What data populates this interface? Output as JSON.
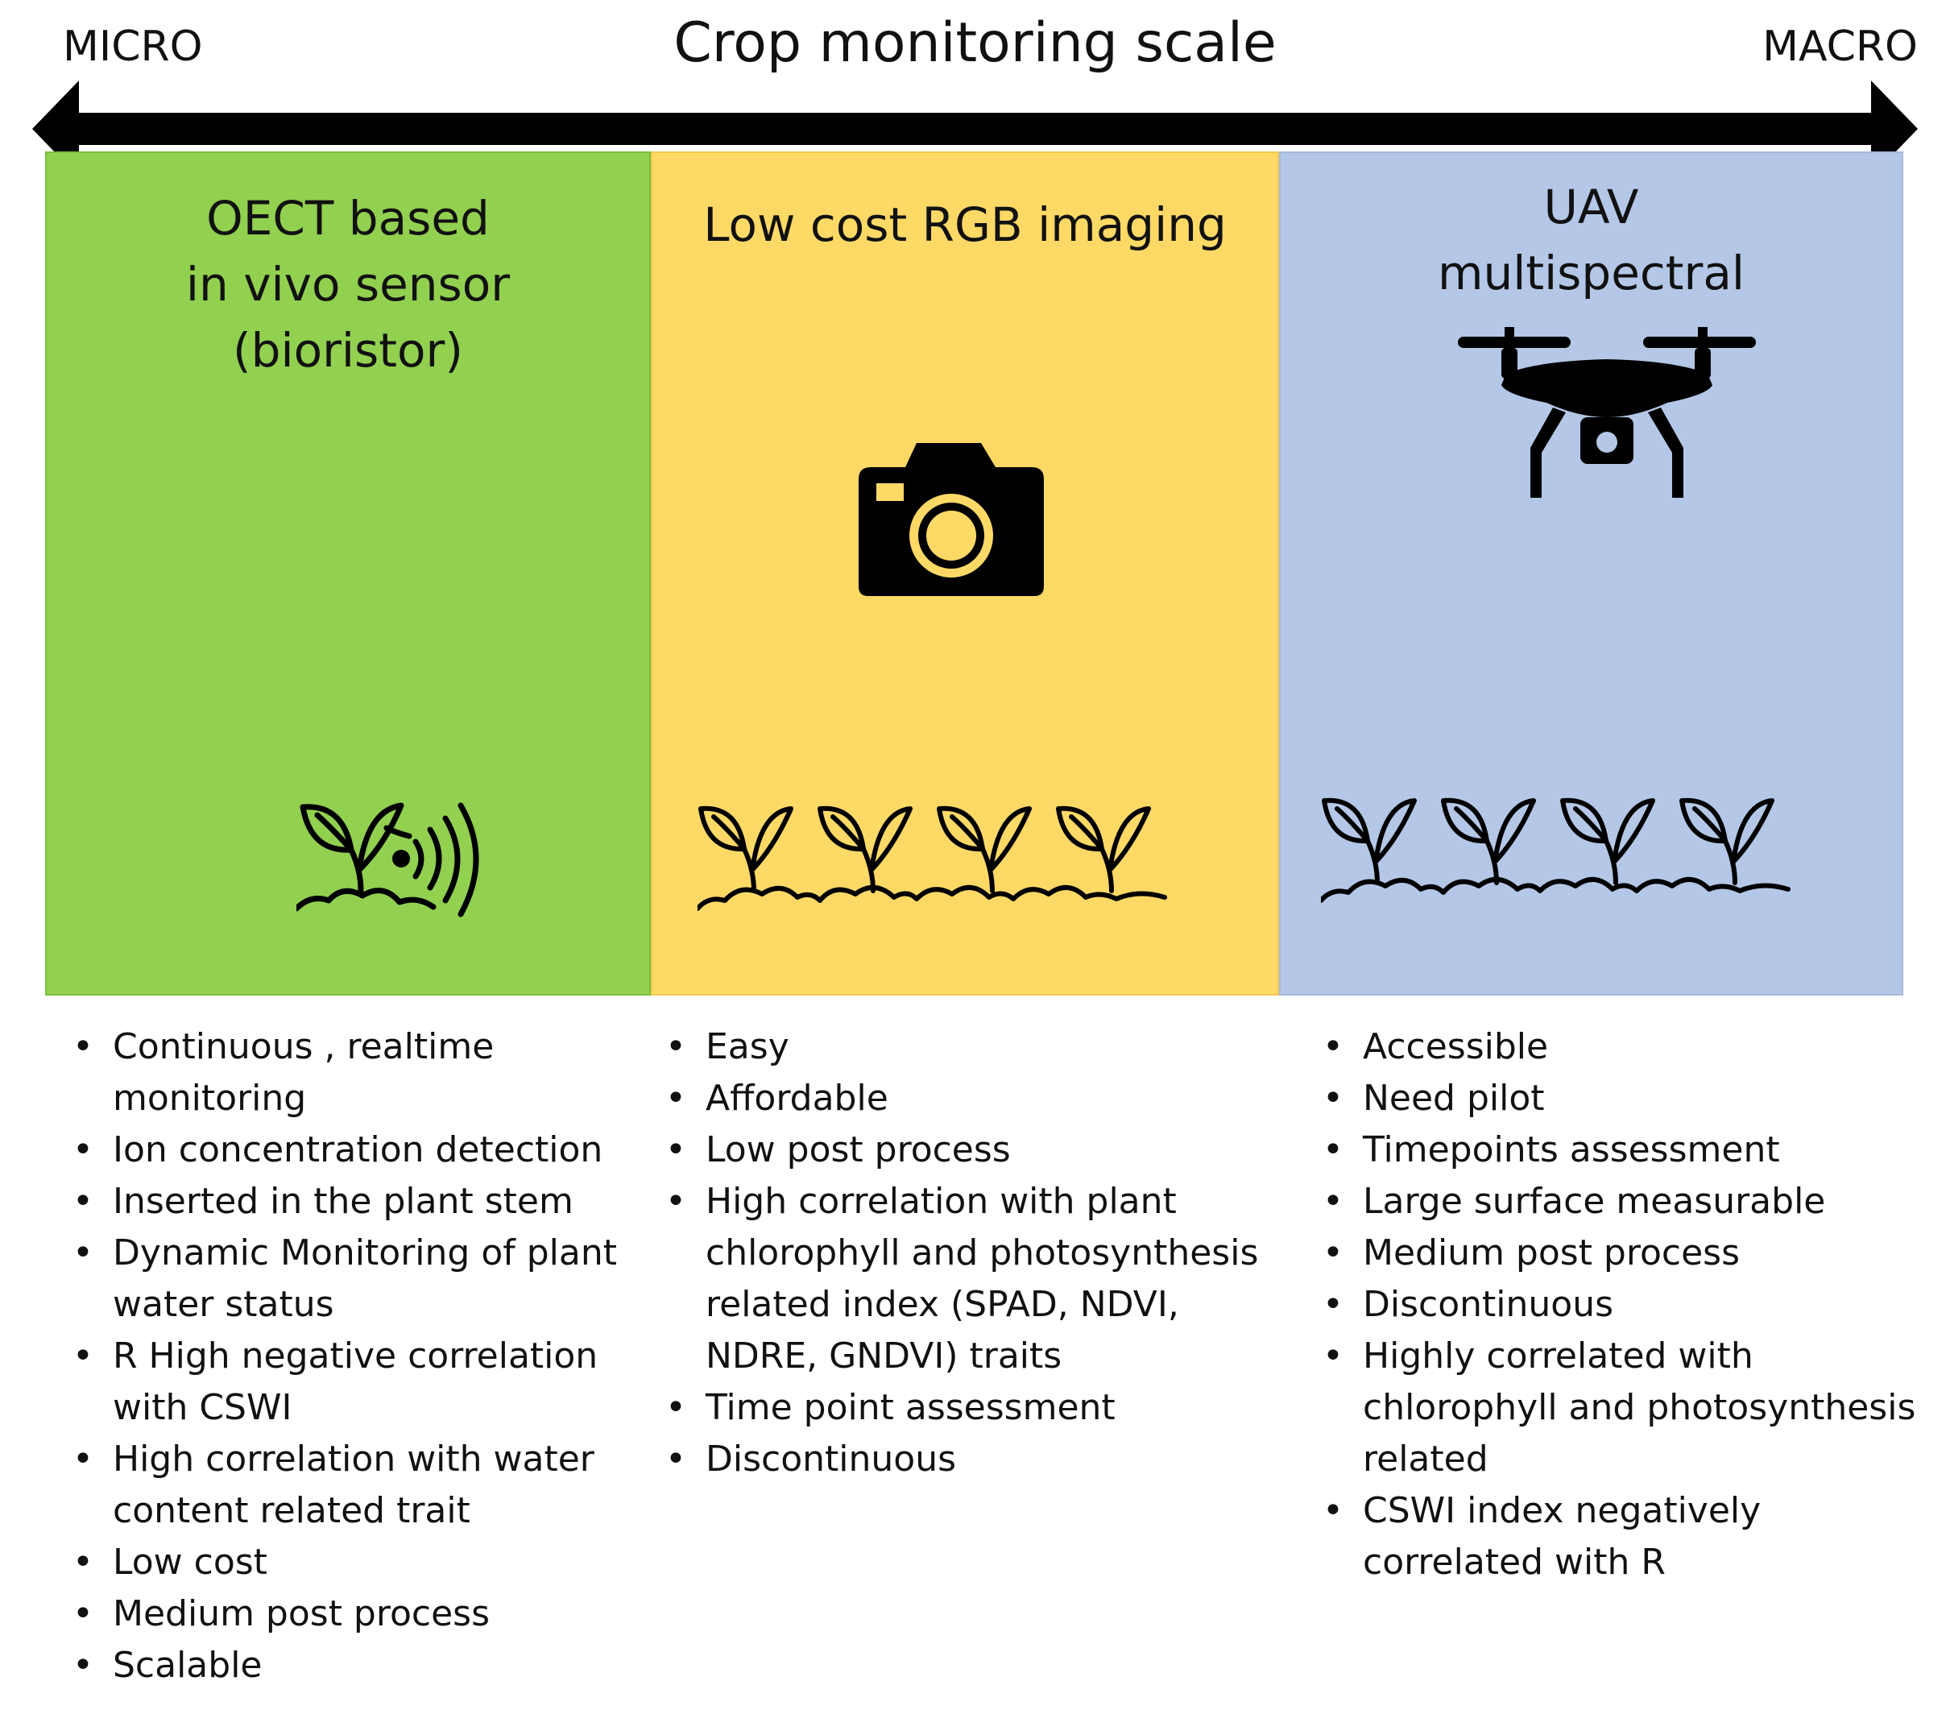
{
  "scale": {
    "title": "Crop monitoring  scale",
    "left_label": "MICRO",
    "right_label": "MACRO"
  },
  "colors": {
    "green": "#92d050",
    "yellow": "#ffd966",
    "blue": "#b4c7e7",
    "ink": "#000000"
  },
  "panels": [
    {
      "title": "OECT based\nin vivo sensor\n(bioristor)",
      "icons": [
        "sprout-sensor-icon"
      ],
      "bullets": [
        "Continuous , realtime monitoring",
        "Ion concentration detection",
        "Inserted in the plant stem",
        "Dynamic Monitoring of plant water status",
        "R High negative correlation with CSWI",
        "High correlation with water content related trait",
        "Low cost",
        "Medium post process",
        "Scalable"
      ]
    },
    {
      "title": "Low cost RGB imaging",
      "icons": [
        "camera-icon",
        "sprout-row-icon"
      ],
      "bullets": [
        "Easy",
        "Affordable",
        "Low post process",
        "High correlation with plant chlorophyll and photosynthesis related index (SPAD, NDVI, NDRE, GNDVI) traits",
        "Time point assessment",
        "Discontinuous"
      ]
    },
    {
      "title": "UAV\nmultispectral",
      "icons": [
        "drone-icon",
        "sprout-row-icon"
      ],
      "bullets": [
        "Accessible",
        "Need pilot",
        "Timepoints  assessment",
        "Large surface measurable",
        "Medium post process",
        "Discontinuous",
        "Highly correlated with chlorophyll and photosynthesis related",
        "CSWI index negatively correlated with R"
      ]
    }
  ]
}
